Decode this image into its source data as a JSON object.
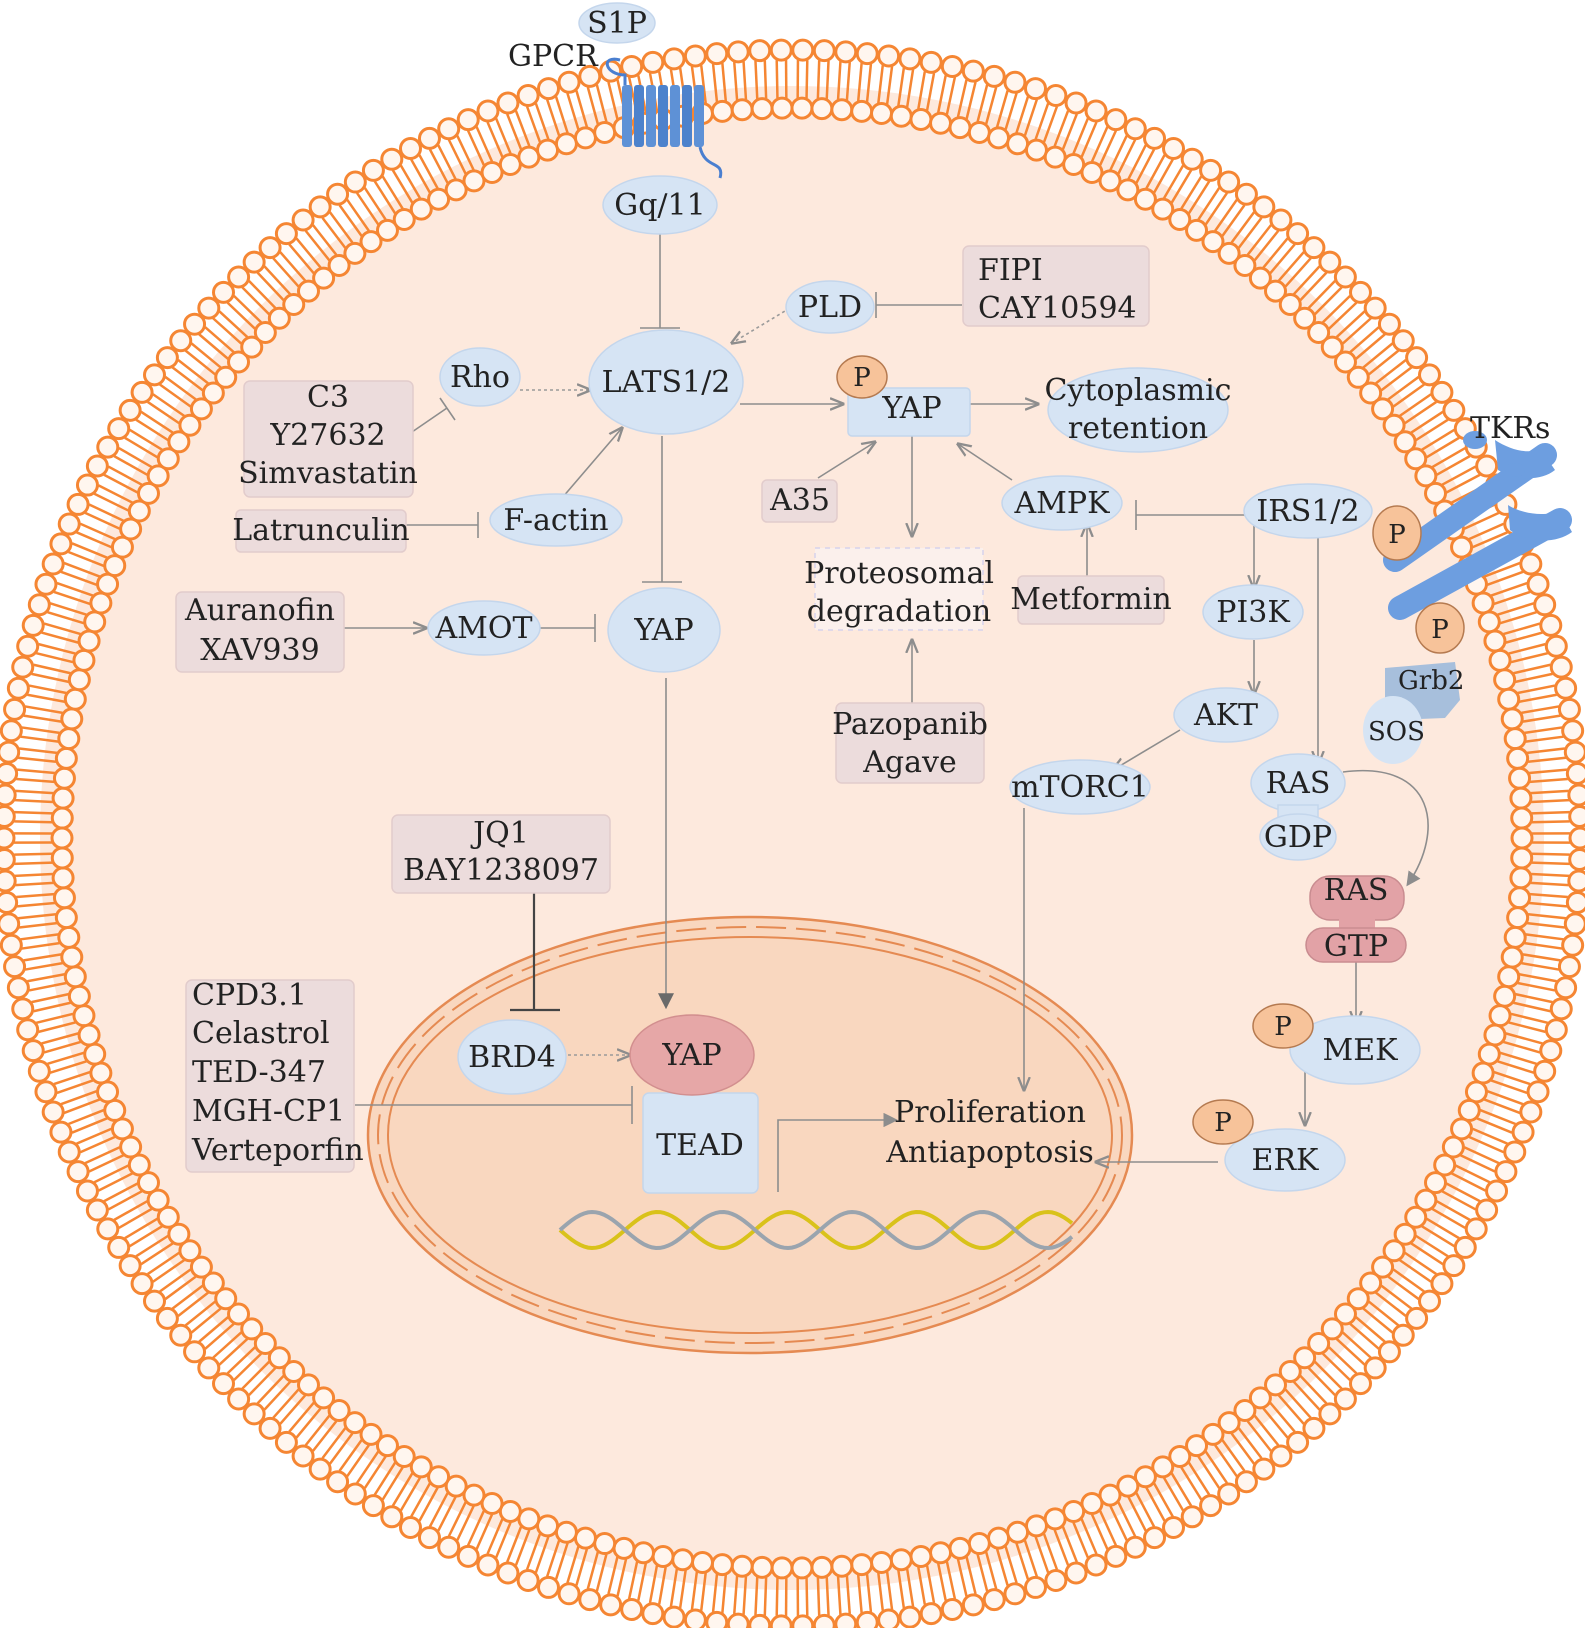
{
  "colors": {
    "membrane": "#f58633",
    "cytoplasm": "#fde9dd",
    "nucleus": "#f9d7bf",
    "node": "#d6e4f4",
    "drug_box": "#ecdcdc",
    "phospho": "#f7c39a",
    "yap_nuclear": "#e6a7a7",
    "ras_gtp": "#e2a2a6",
    "receptor": "#5e91d6"
  },
  "labels": {
    "s1p": "S1P",
    "gpcr": "GPCR",
    "gq11": "Gq/11",
    "pld": "PLD",
    "fipi_drugs": [
      "FIPI",
      "CAY10594"
    ],
    "rho": "Rho",
    "lats": "LATS1/2",
    "c3_drugs": [
      "C3",
      "Y27632",
      "Simvastatin"
    ],
    "p": "P",
    "yap": "YAP",
    "cyto_retention": [
      "Cytoplasmic",
      "retention"
    ],
    "tkrs": "TKRs",
    "a35": "A35",
    "ampk": "AMPK",
    "irs": "IRS1/2",
    "latrunculin": "Latrunculin",
    "factin": "F-actin",
    "proteosomal": [
      "Proteosomal",
      "degradation"
    ],
    "metformin": "Metformin",
    "pi3k": "PI3K",
    "auranofin_drugs": [
      "Auranofin",
      "XAV939"
    ],
    "amot": "AMOT",
    "grb2": "Grb2",
    "sos": "SOS",
    "pazopanib_drugs": [
      "Pazopanib",
      "Agave"
    ],
    "akt": "AKT",
    "mtorc1": "mTORC1",
    "ras": "RAS",
    "gdp": "GDP",
    "jq1_drugs": [
      "JQ1",
      "BAY1238097"
    ],
    "gtp": "GTP",
    "cpd_drugs": [
      "CPD3.1",
      "Celastrol",
      "TED-347",
      "MGH-CP1",
      "Verteporfin"
    ],
    "brd4": "BRD4",
    "tead": "TEAD",
    "mek": "MEK",
    "proliferation": [
      "Proliferation",
      "Antiapoptosis"
    ],
    "erk": "ERK"
  }
}
